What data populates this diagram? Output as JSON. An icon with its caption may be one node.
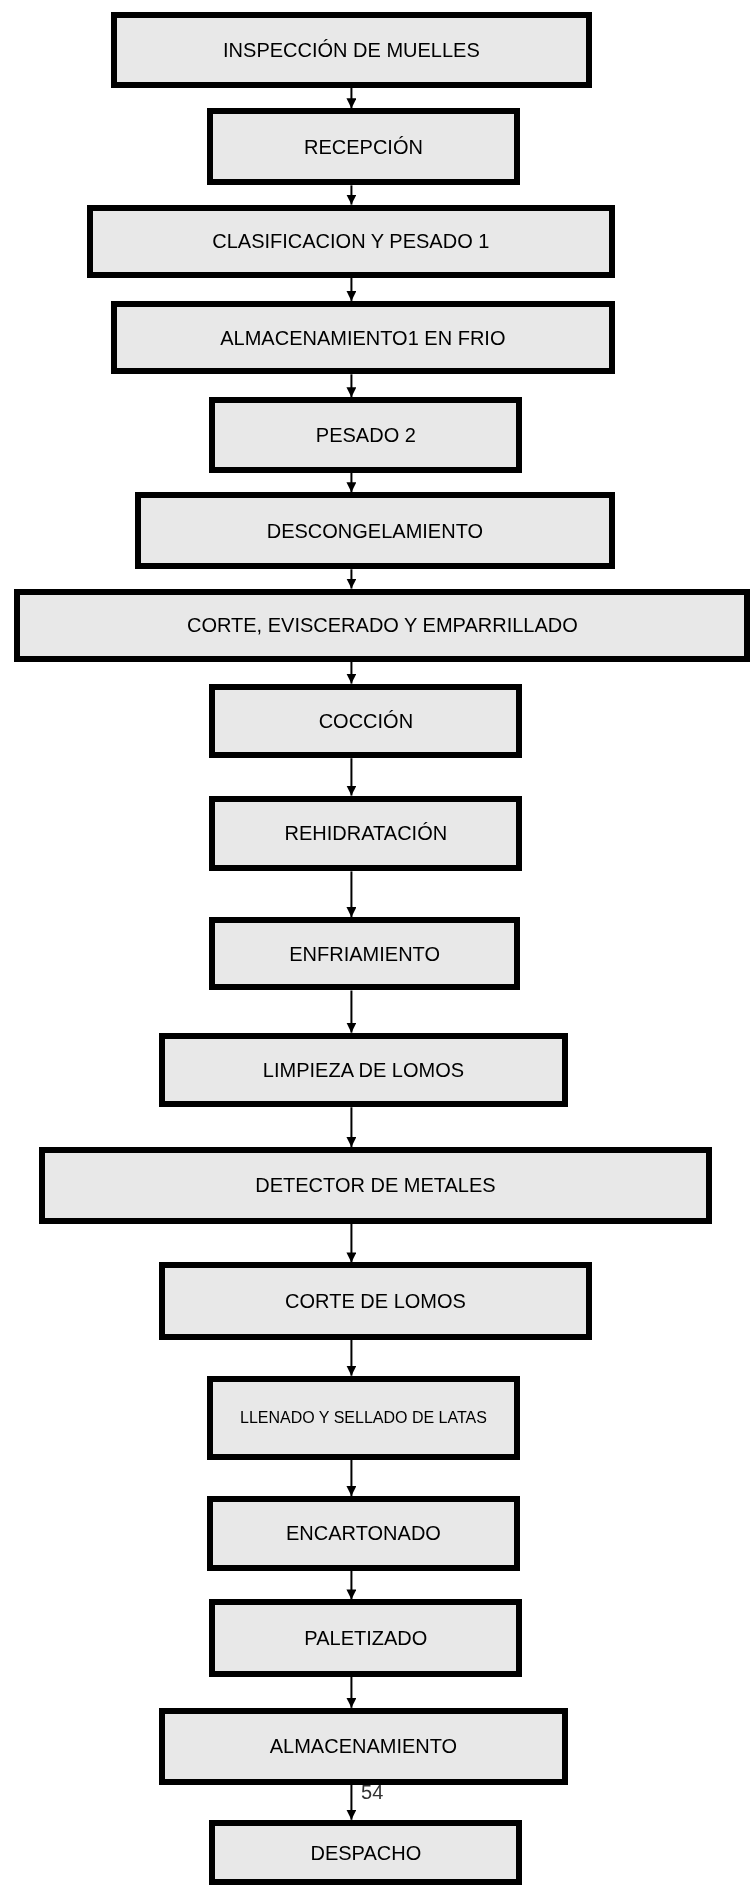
{
  "diagram": {
    "nodes": [
      {
        "text": [
          "INSPECCIÓN DE MUELLES"
        ]
      },
      {
        "text": [
          "RECEPCIÓN"
        ]
      },
      {
        "text": [
          "CLASIFICACION Y PESADO 1"
        ]
      },
      {
        "text": [
          "ALMACENAMIENTO1 EN FRIO"
        ]
      },
      {
        "text": [
          "PESADO 2"
        ]
      },
      {
        "text": [
          "DESCONGELAMIENTO"
        ]
      },
      {
        "text": [
          "CORTE, EVISCERADO Y EMPARRILLADO"
        ]
      },
      {
        "text": [
          "COCCIÓN"
        ]
      },
      {
        "text": [
          "REHIDRATACIÓN"
        ]
      },
      {
        "text": [
          "ENFRIAMIENTO"
        ]
      },
      {
        "text": [
          "LIMPIEZA DE LOMOS"
        ]
      },
      {
        "text": [
          "DETECTOR DE METALES"
        ]
      },
      {
        "text": [
          "CORTE DE LOMOS"
        ]
      },
      {
        "text": [
          "LLENADO Y SELLADO DE LATAS"
        ]
      },
      {
        "text": [
          "ENCARTONADO"
        ]
      },
      {
        "text": [
          "PALETIZADO"
        ]
      },
      {
        "text": [
          "ALMACENAMIENTO"
        ]
      },
      {
        "text": [
          "DESPACHO"
        ]
      }
    ],
    "edges": [
      {
        "from": 0,
        "to": 1,
        "arrow": "to"
      },
      {
        "from": 1,
        "to": 2,
        "arrow": "to"
      },
      {
        "from": 2,
        "to": 3,
        "arrow": "to"
      },
      {
        "from": 3,
        "to": 4,
        "arrow": "to"
      },
      {
        "from": 4,
        "to": 5,
        "arrow": "to"
      },
      {
        "from": 5,
        "to": 6,
        "arrow": "to"
      },
      {
        "from": 6,
        "to": 7,
        "arrow": "to"
      },
      {
        "from": 7,
        "to": 8,
        "arrow": "to"
      },
      {
        "from": 8,
        "to": 9,
        "arrow": "to"
      },
      {
        "from": 9,
        "to": 10,
        "arrow": "to"
      },
      {
        "from": 10,
        "to": 11,
        "arrow": "to"
      },
      {
        "from": 11,
        "to": 12,
        "arrow": "to"
      },
      {
        "from": 12,
        "to": 13,
        "arrow": "to"
      },
      {
        "from": 13,
        "to": 14,
        "arrow": "to"
      },
      {
        "from": 14,
        "to": 15,
        "arrow": "to"
      },
      {
        "from": 15,
        "to": 16,
        "arrow": "to"
      },
      {
        "from": 16,
        "to": 17,
        "arrow": "to"
      }
    ],
    "labels": [
      "54"
    ]
  }
}
